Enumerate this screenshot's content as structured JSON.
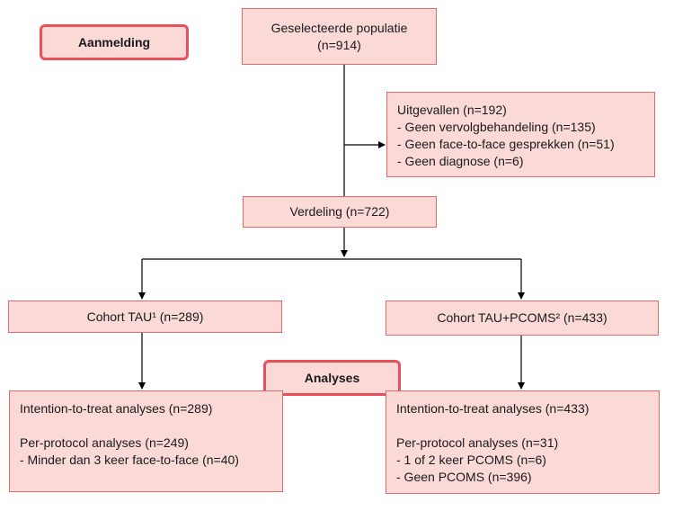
{
  "tags": {
    "aanmelding": "Aanmelding",
    "analyses": "Analyses"
  },
  "boxes": {
    "population": {
      "line1": "Geselecteerde populatie",
      "line2": "(n=914)"
    },
    "dropout": {
      "title": "Uitgevallen (n=192)",
      "items": [
        "- Geen vervolgbehandeling (n=135)",
        "- Geen face-to-face gesprekken (n=51)",
        "- Geen diagnose (n=6)"
      ]
    },
    "distribution": {
      "label": "Verdeling (n=722)"
    },
    "cohort_tau": {
      "label": "Cohort TAU¹ (n=289)"
    },
    "cohort_pcoms": {
      "label": "Cohort TAU+PCOMS² (n=433)"
    },
    "analyses_tau": {
      "itt": "Intention-to-treat analyses (n=289)",
      "pp": "Per-protocol analyses (n=249)",
      "items": [
        "- Minder dan 3 keer face-to-face (n=40)"
      ]
    },
    "analyses_pcoms": {
      "itt": "Intention-to-treat analyses (n=433)",
      "pp": "Per-protocol analyses (n=31)",
      "items": [
        "- 1 of 2 keer PCOMS (n=6)",
        "- Geen PCOMS (n=396)"
      ]
    }
  },
  "colors": {
    "box_fill": "#fad9d7",
    "box_border": "#e06b6b",
    "tag_border": "#e8505b",
    "line": "#000000"
  }
}
